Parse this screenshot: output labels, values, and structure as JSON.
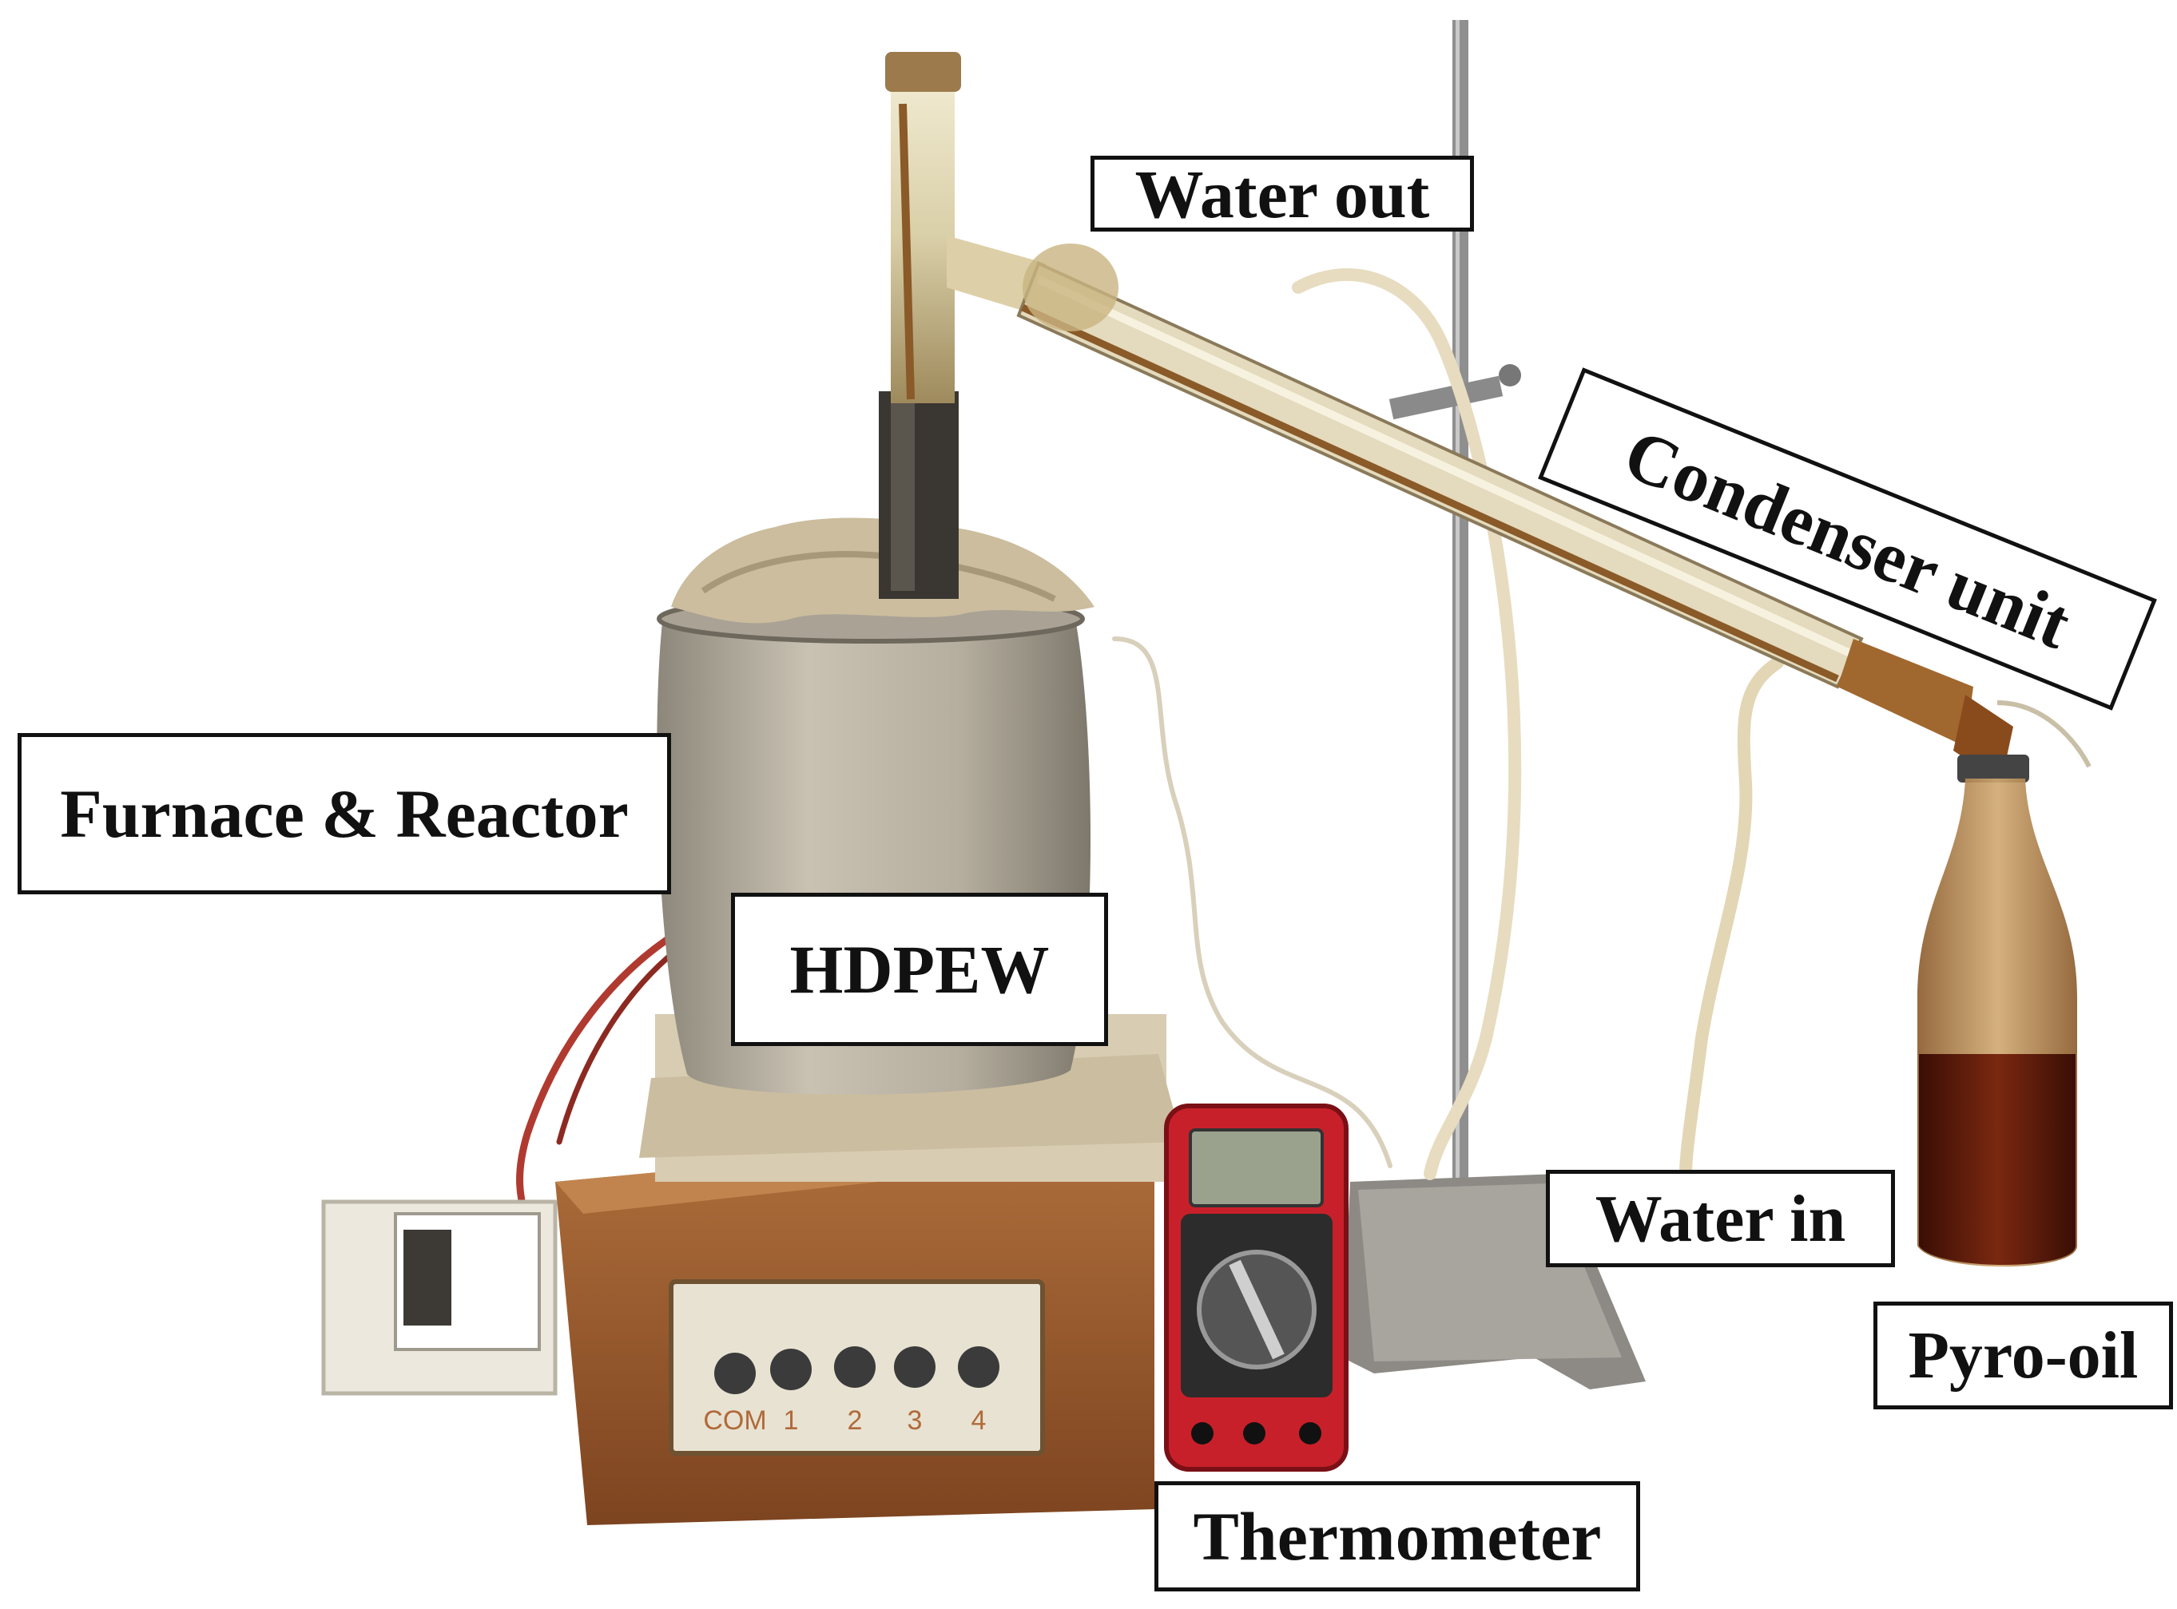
{
  "labels": {
    "water_out": "Water out",
    "condenser_unit": "Condenser unit",
    "furnace_reactor": "Furnace & Reactor",
    "hdpew": "HDPEW",
    "water_in": "Water in",
    "pyro_oil": "Pyro-oil",
    "thermometer": "Thermometer"
  },
  "multimeter": {
    "port_labels": [
      "COM",
      "1",
      "2",
      "3",
      "4"
    ]
  },
  "colors": {
    "wood": "#9a5a2e",
    "steel": "#b9b2a4",
    "glass": "#e9e2c6",
    "rust": "#8a4b1c",
    "oil": "#5a1a0a",
    "multimeter_red": "#c8202a"
  }
}
